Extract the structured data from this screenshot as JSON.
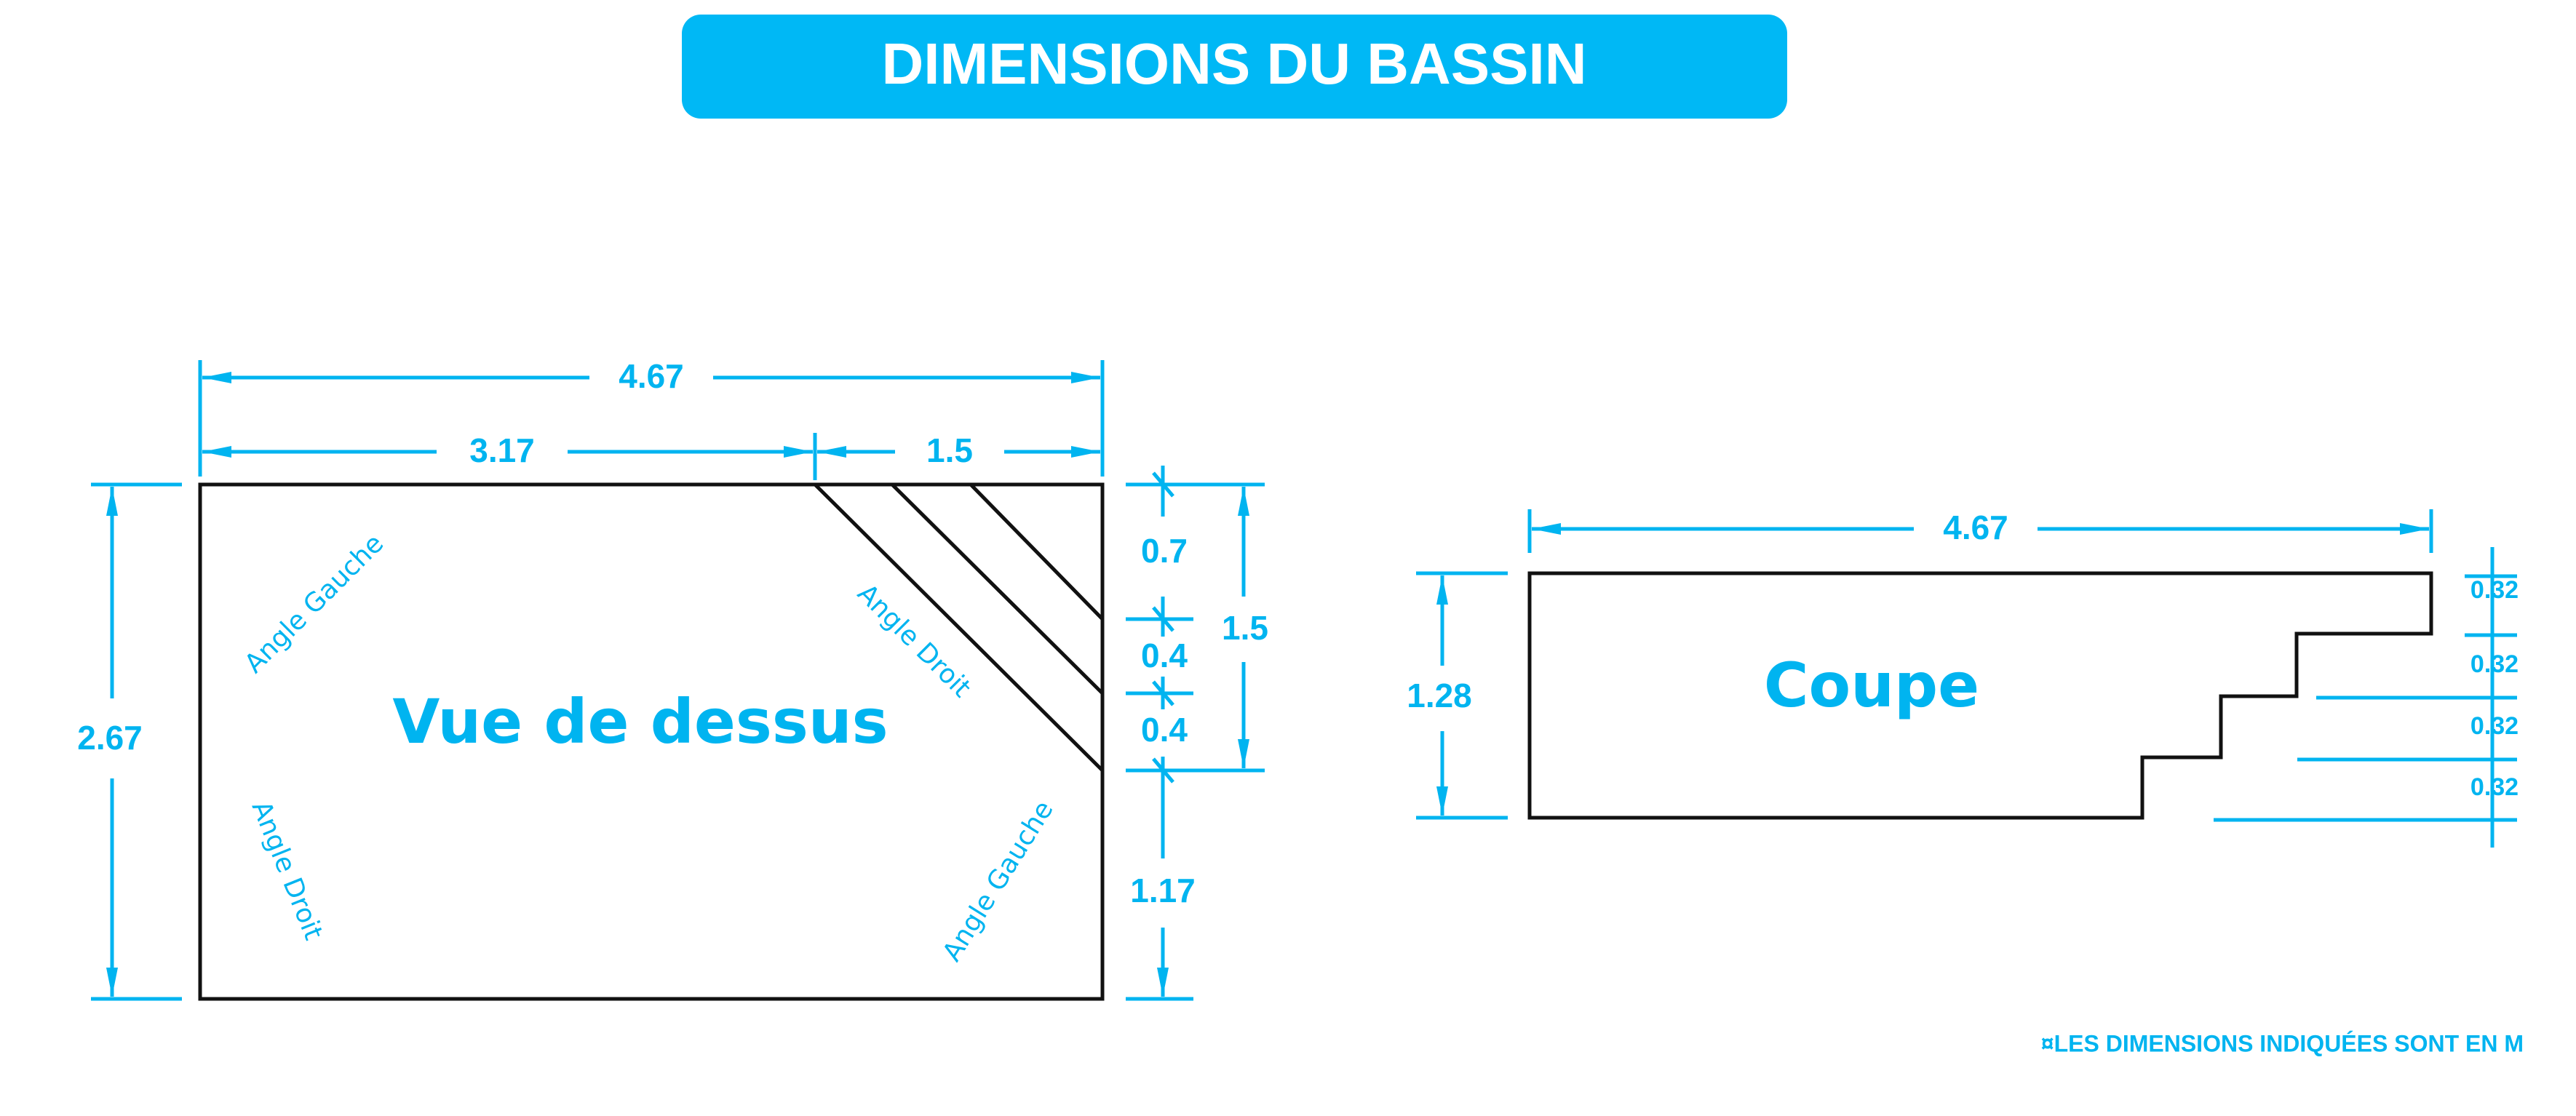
{
  "title": "DIMENSIONS DU BASSIN",
  "colors": {
    "accent": "#00b4f0",
    "outline": "#111111"
  },
  "top_view": {
    "label": "Vue de dessus",
    "overall_length": "4.67",
    "length_main": "3.17",
    "length_steps": "1.5",
    "width": "2.67",
    "steps_width": "1.5",
    "step_1": "0.7",
    "step_2": "0.4",
    "step_3": "0.4",
    "remaining": "1.17",
    "corner_labels": [
      "Angle Gauche",
      "Angle Droit",
      "Angle Droit",
      "Angle Gauche"
    ]
  },
  "section_view": {
    "label": "Coupe",
    "length": "4.67",
    "depth": "1.28",
    "step_heights": [
      "0.32",
      "0.32",
      "0.32",
      "0.32"
    ]
  },
  "footnote": "¤LES DIMENSIONS INDIQUÉES SONT EN M"
}
